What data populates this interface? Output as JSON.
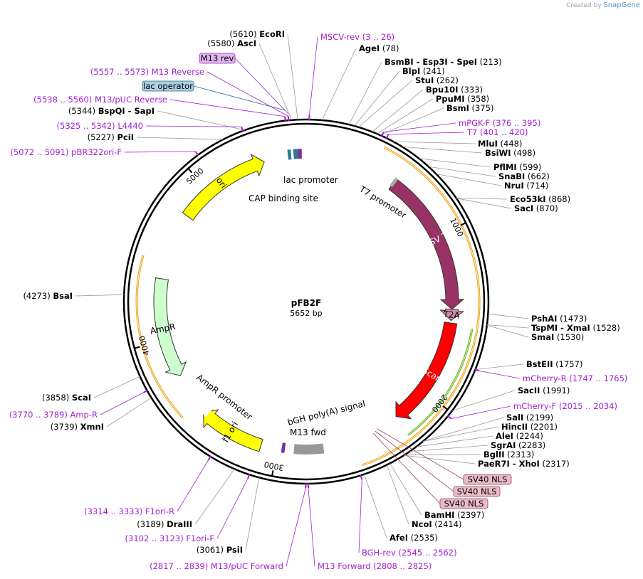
{
  "credit": {
    "prefix": "Created by",
    "brand": "SnapGene"
  },
  "plasmid": {
    "name": "pFB2F",
    "length_label": "5652 bp",
    "total_bp": 5652
  },
  "ticks": [
    {
      "bp": 1000,
      "label": "1000"
    },
    {
      "bp": 2000,
      "label": "2000"
    },
    {
      "bp": 3000,
      "label": "3000"
    },
    {
      "bp": 4000,
      "label": "4000"
    },
    {
      "bp": 5000,
      "label": "5000"
    }
  ],
  "sites": [
    {
      "bp": 5610,
      "name": "EcoRI",
      "pos": "(5610)",
      "left": true
    },
    {
      "bp": 5580,
      "name": "AscI",
      "pos": "(5580)",
      "left": true
    },
    {
      "bp": 5344,
      "name": "BspQI - SapI",
      "pos": "(5344)",
      "left": true
    },
    {
      "bp": 5227,
      "name": "PciI",
      "pos": "(5227)",
      "left": true
    },
    {
      "bp": 4273,
      "name": "BsaI",
      "pos": "(4273)",
      "left": true
    },
    {
      "bp": 3858,
      "name": "ScaI",
      "pos": "(3858)",
      "left": true
    },
    {
      "bp": 3739,
      "name": "XmnI",
      "pos": "(3739)",
      "left": true
    },
    {
      "bp": 3189,
      "name": "DraIII",
      "pos": "(3189)",
      "left": true
    },
    {
      "bp": 3061,
      "name": "PsiI",
      "pos": "(3061)",
      "left": true
    },
    {
      "bp": 78,
      "name": "AgeI",
      "pos": "(78)",
      "left": false
    },
    {
      "bp": 213,
      "name": "BsmBI - Esp3I - SpeI",
      "pos": "(213)",
      "left": false
    },
    {
      "bp": 241,
      "name": "BlpI",
      "pos": "(241)",
      "left": false
    },
    {
      "bp": 262,
      "name": "StuI",
      "pos": "(262)",
      "left": false
    },
    {
      "bp": 333,
      "name": "Bpu10I",
      "pos": "(333)",
      "left": false
    },
    {
      "bp": 358,
      "name": "PpuMI",
      "pos": "(358)",
      "left": false
    },
    {
      "bp": 375,
      "name": "BsmI",
      "pos": "(375)",
      "left": false
    },
    {
      "bp": 448,
      "name": "MluI",
      "pos": "(448)",
      "left": false
    },
    {
      "bp": 498,
      "name": "BsiWI",
      "pos": "(498)",
      "left": false
    },
    {
      "bp": 599,
      "name": "PflMI",
      "pos": "(599)",
      "left": false
    },
    {
      "bp": 662,
      "name": "SnaBI",
      "pos": "(662)",
      "left": false
    },
    {
      "bp": 714,
      "name": "NruI",
      "pos": "(714)",
      "left": false
    },
    {
      "bp": 868,
      "name": "Eco53kI",
      "pos": "(868)",
      "left": false
    },
    {
      "bp": 870,
      "name": "SacI",
      "pos": "(870)",
      "left": false
    },
    {
      "bp": 1473,
      "name": "PshAI",
      "pos": "(1473)",
      "left": false
    },
    {
      "bp": 1528,
      "name": "TspMI - XmaI",
      "pos": "(1528)",
      "left": false
    },
    {
      "bp": 1530,
      "name": "SmaI",
      "pos": "(1530)",
      "left": false
    },
    {
      "bp": 1757,
      "name": "BstEII",
      "pos": "(1757)",
      "left": false
    },
    {
      "bp": 1991,
      "name": "SacII",
      "pos": "(1991)",
      "left": false
    },
    {
      "bp": 2199,
      "name": "SalI",
      "pos": "(2199)",
      "left": false
    },
    {
      "bp": 2201,
      "name": "HincII",
      "pos": "(2201)",
      "left": false
    },
    {
      "bp": 2244,
      "name": "AleI",
      "pos": "(2244)",
      "left": false
    },
    {
      "bp": 2283,
      "name": "SgrAI",
      "pos": "(2283)",
      "left": false
    },
    {
      "bp": 2313,
      "name": "BglII",
      "pos": "(2313)",
      "left": false
    },
    {
      "bp": 2317,
      "name": "PaeR7I - XhoI",
      "pos": "(2317)",
      "left": false
    },
    {
      "bp": 2397,
      "name": "BamHI",
      "pos": "(2397)",
      "left": false
    },
    {
      "bp": 2414,
      "name": "NcoI",
      "pos": "(2414)",
      "left": false
    },
    {
      "bp": 2535,
      "name": "AfeI",
      "pos": "(2535)",
      "left": false
    }
  ],
  "primers": [
    {
      "bp": 15,
      "name": "MSCV-rev",
      "range": "(3 .. 26)"
    },
    {
      "bp": 5565,
      "name": "M13 Reverse",
      "range": "(5557 .. 5573)"
    },
    {
      "bp": 5549,
      "name": "M13/pUC Reverse",
      "range": "(5538 .. 5560)"
    },
    {
      "bp": 5333,
      "name": "L4440",
      "range": "(5325 .. 5342)"
    },
    {
      "bp": 5081,
      "name": "pBR322ori-F",
      "range": "(5072 .. 5091)"
    },
    {
      "bp": 3780,
      "name": "Amp-R",
      "range": "(3770 .. 3789)"
    },
    {
      "bp": 3323,
      "name": "F1ori-R",
      "range": "(3314 .. 3333)"
    },
    {
      "bp": 3112,
      "name": "F1ori-F",
      "range": "(3102 .. 3123)"
    },
    {
      "bp": 2828,
      "name": "M13/pUC Forward",
      "range": "(2817 .. 2839)"
    },
    {
      "bp": 2816,
      "name": "M13 Forward",
      "range": "(2808 .. 2825)"
    },
    {
      "bp": 2553,
      "name": "BGH-rev",
      "range": "(2545 .. 2562)"
    },
    {
      "bp": 2024,
      "name": "mCherry-F",
      "range": "(2015 .. 2034)"
    },
    {
      "bp": 1756,
      "name": "mCherry-R",
      "range": "(1747 .. 1765)"
    },
    {
      "bp": 385,
      "name": "mPGK-F",
      "range": "(376 .. 395)"
    },
    {
      "bp": 410,
      "name": "T7",
      "range": "(401 .. 420)"
    }
  ],
  "boxed_labels": [
    {
      "name": "M13 rev",
      "color": "#dcb6ec",
      "border": "#a01fd0"
    },
    {
      "name": "lac operator",
      "color": "#a8d0de",
      "border": "#2c6a84"
    },
    {
      "name": "SV40 NLS",
      "color": "#e8bcc8",
      "border": "#a03a5a"
    },
    {
      "name": "SV40 NLS",
      "color": "#e8bcc8",
      "border": "#a03a5a"
    },
    {
      "name": "SV40 NLS",
      "color": "#e8bcc8",
      "border": "#a03a5a"
    }
  ],
  "features": [
    {
      "name": "HSV TK",
      "start": 570,
      "end": 1460,
      "color": "#993366",
      "inside": true
    },
    {
      "name": "T2A",
      "start": 1460,
      "end": 1530,
      "color": "#d08aa8",
      "inside": false
    },
    {
      "name": "mScarlet",
      "start": 1545,
      "end": 2230,
      "color": "#ff0000",
      "inside": true
    },
    {
      "name": "ori",
      "start": 4800,
      "end": 5390,
      "color": "#ffff00",
      "inside": true
    },
    {
      "name": "AmpR",
      "start": 3760,
      "end": 4380,
      "color": "#ccffcc",
      "inside": true
    },
    {
      "name": "f1 ori",
      "start": 3100,
      "end": 3500,
      "color": "#ffff00",
      "inside": true
    }
  ],
  "inner_labels": [
    {
      "name": "lac promoter"
    },
    {
      "name": "CAP binding site"
    },
    {
      "name": "T7 promoter"
    },
    {
      "name": "AmpR promoter"
    },
    {
      "name": "bGH poly(A) signal"
    },
    {
      "name": "M13 fwd"
    }
  ],
  "colors": {
    "backbone": "#000000",
    "orf_orange": "#f0a020",
    "orf_green": "#50b020",
    "primer": "#a01fd0",
    "leader": "#999999"
  }
}
